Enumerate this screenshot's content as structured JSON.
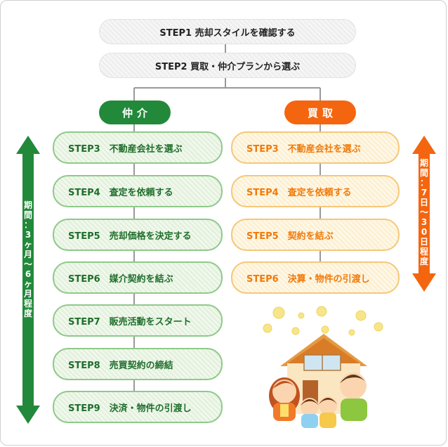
{
  "common_steps": [
    "STEP1 売却スタイルを確認する",
    "STEP2 買取・仲介プランから選ぶ"
  ],
  "brokerage": {
    "label": "仲介",
    "color": "#22893a",
    "text_color": "#1f6e2c",
    "period": "期間：3ヶ月〜6ヶ月程度",
    "steps": [
      "STEP3　不動産会社を選ぶ",
      "STEP4　査定を依頼する",
      "STEP5　売却価格を決定する",
      "STEP6　媒介契約を結ぶ",
      "STEP7　販売活動をスタート",
      "STEP8　売買契約の締結",
      "STEP9　決済・物件の引渡し"
    ]
  },
  "purchase": {
    "label": "買取",
    "color": "#f4650f",
    "text_color": "#f07a0a",
    "period": "期間：7日〜30日程度",
    "steps": [
      "STEP3　不動産会社を選ぶ",
      "STEP4　査定を依頼する",
      "STEP5　契約を結ぶ",
      "STEP6　決算・物件の引渡し"
    ]
  },
  "illustration": {
    "icon": "family-house-illustration"
  }
}
